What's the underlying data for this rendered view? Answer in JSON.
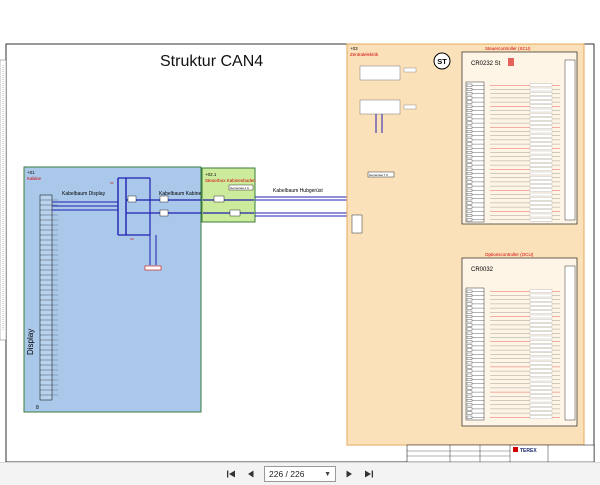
{
  "sheet": {
    "title": "Struktur CAN4",
    "cabin": {
      "code": "+01",
      "name": "Kabine",
      "harness": "Kabelbaum Display",
      "harness2": "Kabelbaum Kabine",
      "display": "Display"
    },
    "control_box": {
      "code": "+02.1",
      "name": "Steuerbox Kabinenboden",
      "tag": "Gemeinsa 1 C"
    },
    "lift_harness": "Kabelbaum Hubgerüst",
    "central": {
      "code": "+03",
      "name": "Zentralelektrik",
      "badge": "ST",
      "main_controller": {
        "header": "Steuercontroller (SCU)",
        "model": "CR0232 St"
      },
      "opt_controller": {
        "header": "Optionscontroller (OCU)",
        "model": "CR0032"
      },
      "tag": "Gemeinsa 7 C"
    },
    "brand": "TEREX"
  },
  "toolbar": {
    "page": "226 / 226"
  },
  "colors": {
    "cabin_fill": "#a9c8ea",
    "cabin_border": "#3a7d3a",
    "box_fill": "#cdeb9c",
    "central_fill": "#fbe1b9",
    "central_border": "#e4a95a",
    "bus": "#2020b0",
    "red": "#d00000"
  }
}
